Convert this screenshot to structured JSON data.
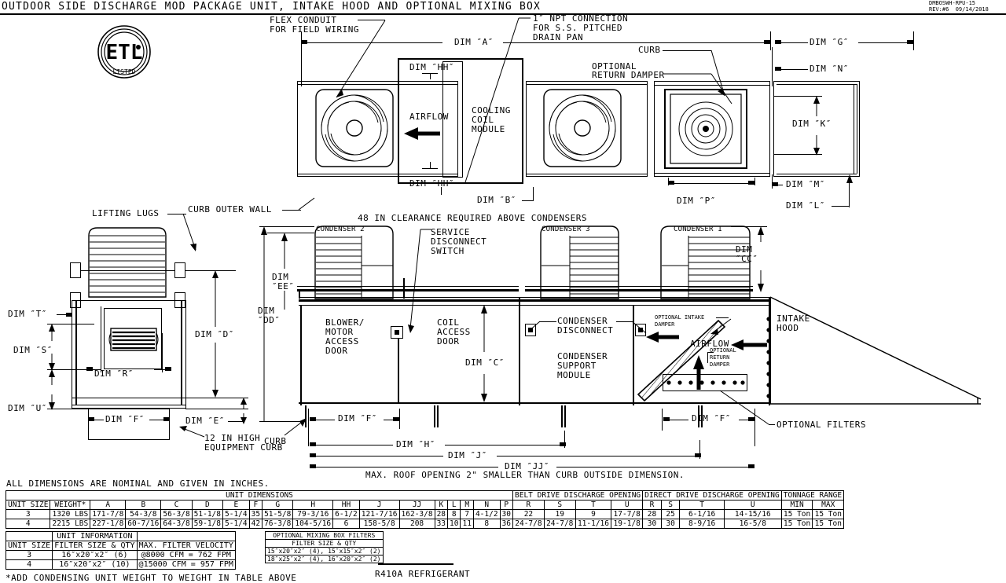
{
  "drawing": {
    "title": "OUTDOOR SIDE DISCHARGE MOD PACKAGE UNIT, INTAKE HOOD AND OPTIONAL MIXING BOX",
    "doc_number": "DMBOSWH-RPU-15",
    "revision": "REV:#6  09/14/2018",
    "cert_mark": "ETL",
    "cert_sub": "LISTED"
  },
  "notes": {
    "nominal": "ALL DIMENSIONS ARE NOMINAL AND GIVEN IN INCHES.",
    "roof_opening": "MAX. ROOF OPENING 2\" SMALLER THAN CURB OUTSIDE DIMENSION.",
    "clearance": "48 IN CLEARANCE REQUIRED ABOVE CONDENSERS",
    "weight_note": "*ADD CONDENSING UNIT WEIGHT TO WEIGHT IN TABLE ABOVE",
    "refrigerant": "R410A REFRIGERANT"
  },
  "callouts": {
    "flex_conduit": "FLEX CONDUIT\nFOR FIELD WIRING",
    "npt": "1\" NPT CONNECTION\nFOR S.S. PITCHED\nDRAIN PAN",
    "curb": "CURB",
    "optional_return_damper": "OPTIONAL\nRETURN DAMPER",
    "cooling_coil_module": "COOLING\nCOIL\nMODULE",
    "airflow": "AIRFLOW",
    "curb_outer_wall": "CURB OUTER WALL",
    "lifting_lugs": "LIFTING LUGS",
    "equipment_curb": "12 IN HIGH\nEQUIPMENT CURB",
    "service_disconnect": "SERVICE\nDISCONNECT\nSWITCH",
    "blower_motor_access": "BLOWER/\nMOTOR\nACCESS\nDOOR",
    "coil_access_door": "COIL\nACCESS\nDOOR",
    "condenser_disconnect": "CONDENSER\nDISCONNECT",
    "condenser_support_module": "CONDENSER\nSUPPORT\nMODULE",
    "optional_intake_damper": "OPTIONAL INTAKE\nDAMPER",
    "intake_hood": "INTAKE\nHOOD",
    "optional_return_damper2": "OPTIONAL\nRETURN\nDAMPER",
    "optional_filters": "OPTIONAL FILTERS",
    "condenser_1": "CONDENSER 1",
    "condenser_2": "CONDENSER 2",
    "condenser_3": "CONDENSER 3"
  },
  "dims": {
    "A": "DIM ″A″",
    "B": "DIM ″B″",
    "C": "DIM ″C″",
    "D": "DIM ″D″",
    "E": "DIM ″E″",
    "F": "DIM ″F″",
    "G": "DIM ″G″",
    "H": "DIM ″H″",
    "HH": "DIM ″HH″",
    "J": "DIM ″J″",
    "JJ": "DIM ″JJ″",
    "K": "DIM ″K″",
    "L": "DIM ″L″",
    "M": "DIM ″M″",
    "N": "DIM ″N″",
    "P": "DIM ″P″",
    "R": "DIM ″R″",
    "S": "DIM ″S″",
    "T": "DIM ″T″",
    "U": "DIM ″U″",
    "CC": "DIM ″CC″",
    "DD": "DIM ″DD″",
    "EE": "DIM ″EE″"
  },
  "unit_dimensions_table": {
    "title": "UNIT DIMENSIONS",
    "group_belt": "BELT DRIVE DISCHARGE OPENING",
    "group_direct": "DIRECT DRIVE DISCHARGE OPENING",
    "group_tonnage": "TONNAGE RANGE",
    "headers": [
      "UNIT SIZE",
      "WEIGHT*",
      "A",
      "B",
      "C",
      "D",
      "E",
      "F",
      "G",
      "H",
      "HH",
      "J",
      "JJ",
      "K",
      "L",
      "M",
      "N",
      "P"
    ],
    "headers_belt": [
      "R",
      "S",
      "T",
      "U"
    ],
    "headers_direct": [
      "R",
      "S",
      "T",
      "U"
    ],
    "headers_tonnage": [
      "MIN",
      "MAX"
    ],
    "rows": [
      {
        "main": [
          "3",
          "1320 LBS",
          "171-7/8",
          "54-3/8",
          "56-3/8",
          "51-1/8",
          "5-1/4",
          "35",
          "51-5/8",
          "79-3/16",
          "6-1/2",
          "121-7/16",
          "162-3/8",
          "28",
          "8",
          "7",
          "4-1/2",
          "30"
        ],
        "belt": [
          "22",
          "19",
          "9",
          "17-7/8"
        ],
        "direct": [
          "28",
          "25",
          "6-1/16",
          "14-15/16"
        ],
        "tonnage": [
          "15 Ton",
          "15 Ton"
        ]
      },
      {
        "main": [
          "4",
          "2215 LBS",
          "227-1/8",
          "60-7/16",
          "64-3/8",
          "59-1/8",
          "5-1/4",
          "42",
          "76-3/8",
          "104-5/16",
          "6",
          "158-5/8",
          "208",
          "33",
          "10",
          "11",
          "8",
          "36"
        ],
        "belt": [
          "24-7/8",
          "24-7/8",
          "11-1/16",
          "19-1/8"
        ],
        "direct": [
          "30",
          "30",
          "8-9/16",
          "16-5/8"
        ],
        "tonnage": [
          "15 Ton",
          "15 Ton"
        ]
      }
    ]
  },
  "unit_information_table": {
    "title": "UNIT INFORMATION",
    "headers": [
      "UNIT SIZE",
      "FILTER SIZE & QTY",
      "MAX. FILTER VELOCITY"
    ],
    "rows": [
      [
        "3",
        "16″x20″x2″  (6)",
        "@8000 CFM = 762 FPM"
      ],
      [
        "4",
        "16″x20″x2″  (10)",
        "@15000 CFM = 957 FPM"
      ]
    ]
  },
  "mixing_box_table": {
    "title": "OPTIONAL MIXING BOX FILTERS",
    "subheader": "FILTER SIZE & QTY",
    "rows": [
      [
        "15″x20″x2″ (4), 15″x15″x2″ (2)"
      ],
      [
        "18″x25″x2″ (4), 16″x20″x2″ (2)"
      ]
    ]
  }
}
